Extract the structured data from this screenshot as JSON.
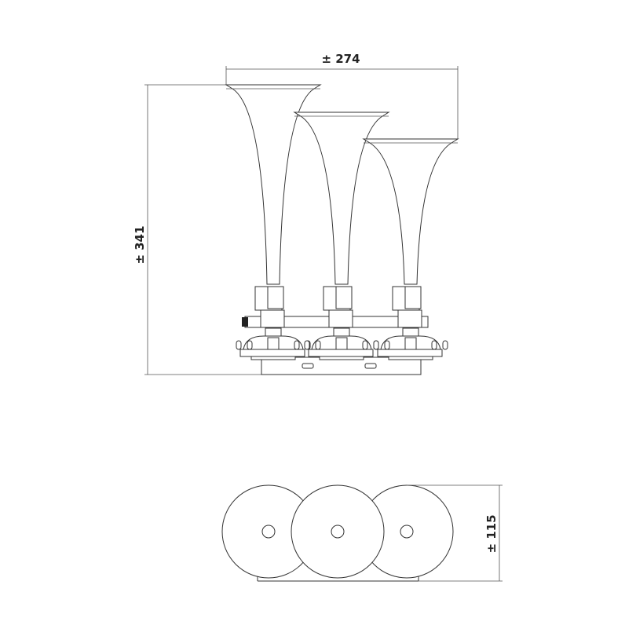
{
  "drawing": {
    "dimensions": {
      "width": "± 274",
      "height": "± 341",
      "depth": "± 115"
    },
    "colors": {
      "line": "#333333",
      "background": "#ffffff"
    }
  }
}
